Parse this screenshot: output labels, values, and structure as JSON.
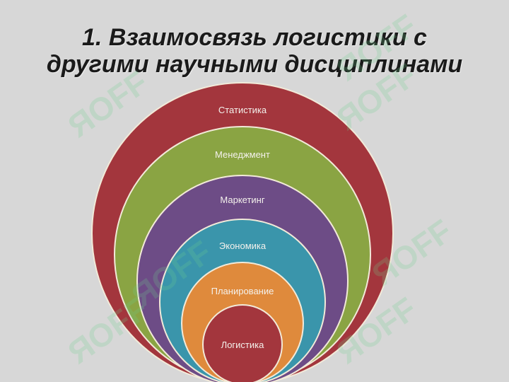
{
  "title": {
    "line1": "1. Взаимосвязь логистики с",
    "line2": "другими научными дисциплинами"
  },
  "rings": [
    {
      "label": "Статистика",
      "color": "#a3363d"
    },
    {
      "label": "Менеджмент",
      "color": "#8aa443"
    },
    {
      "label": "Маркетинг",
      "color": "#6d4c86"
    },
    {
      "label": "Экономика",
      "color": "#3a95ab"
    },
    {
      "label": "Планирование",
      "color": "#df8a3c"
    },
    {
      "label": "Логистика",
      "color": "#a3363d"
    }
  ],
  "watermark": {
    "text": "ЯOFF",
    "color": "#6fd08c"
  }
}
